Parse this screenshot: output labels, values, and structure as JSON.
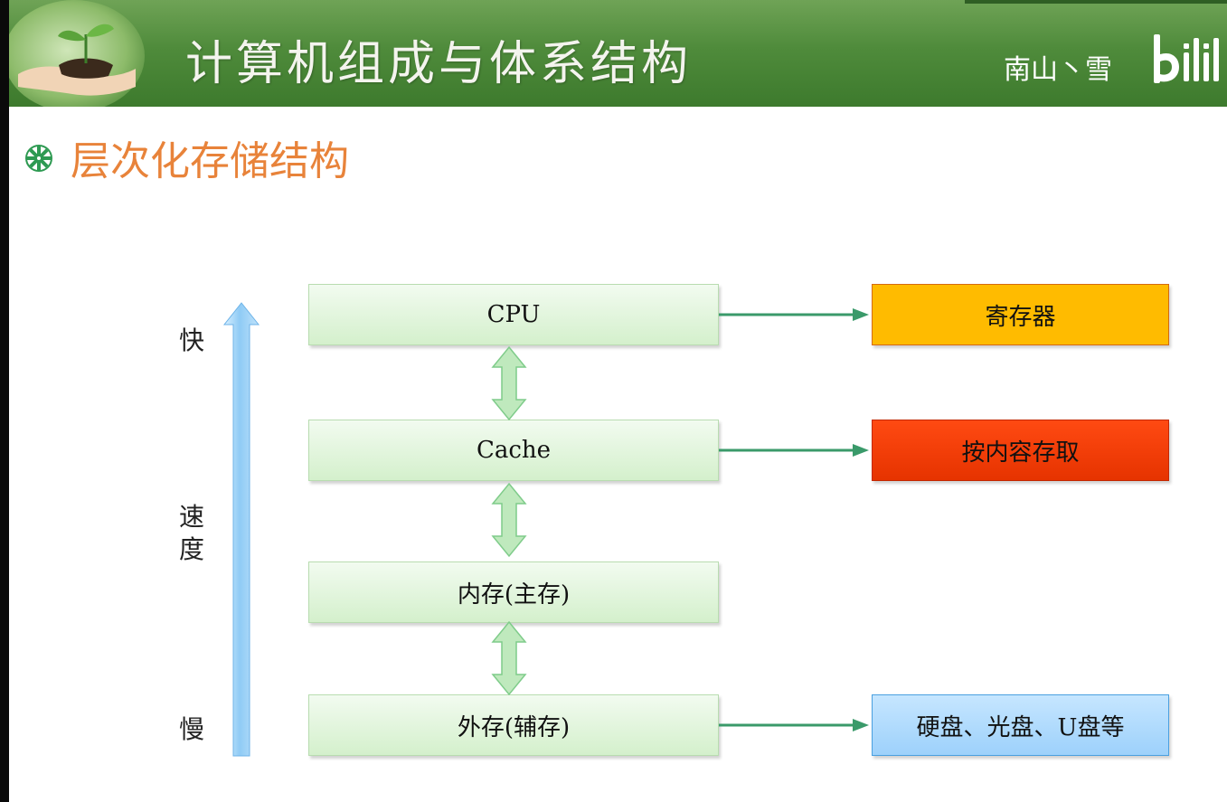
{
  "header": {
    "title": "计算机组成与体系结构",
    "author": "南山丶雪",
    "brand": "bili"
  },
  "section": {
    "title": "层次化存储结构"
  },
  "speed_axis": {
    "fast": "快",
    "middle": [
      "速",
      "度"
    ],
    "slow": "慢"
  },
  "levels": [
    {
      "label": "CPU"
    },
    {
      "label": "Cache"
    },
    {
      "label": "内存(主存)"
    },
    {
      "label": "外存(辅存)"
    }
  ],
  "notes": {
    "cpu": "寄存器",
    "cache": "按内容存取",
    "external": "硬盘、光盘、U盘等"
  },
  "colors": {
    "header_green": "#4f8b3b",
    "section_title": "#e8833a",
    "level_box": "#d4f0cc",
    "arrow_green": "#3a9a6a",
    "registers": "#ffbb00",
    "content_access": "#e63300",
    "storage": "#9dd1fb",
    "speed_arrow": "#8fcbf5"
  }
}
